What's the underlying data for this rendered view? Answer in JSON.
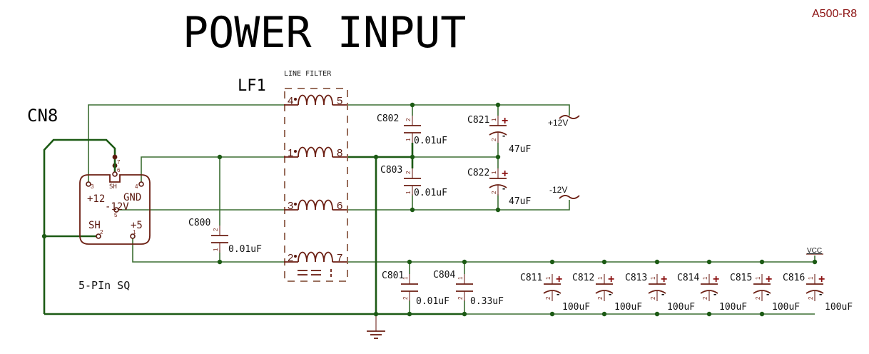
{
  "sheet": {
    "title": "POWER INPUT",
    "id": "A500-R8"
  },
  "connector": {
    "ref": "CN8",
    "package": "5-PIn SQ",
    "labels": {
      "p12": "+12",
      "gnd": "GND",
      "m12": "-12V",
      "sh": "SH",
      "p5": "+5",
      "sh_small": "SH"
    },
    "pins": [
      "1",
      "2",
      "3",
      "4",
      "5",
      "6",
      "7"
    ]
  },
  "line_filter": {
    "ref": "LF1",
    "name": "LINE FILTER",
    "windings": [
      {
        "in": "4",
        "out": "5"
      },
      {
        "in": "1",
        "out": "8"
      },
      {
        "in": "3",
        "out": "6"
      },
      {
        "in": "2",
        "out": "7"
      }
    ]
  },
  "capacitors": [
    {
      "ref": "C800",
      "value": "0.01uF",
      "polar": false
    },
    {
      "ref": "C801",
      "value": "0.01uF",
      "polar": false
    },
    {
      "ref": "C802",
      "value": "0.01uF",
      "polar": false
    },
    {
      "ref": "C803",
      "value": "0.01uF",
      "polar": false
    },
    {
      "ref": "C804",
      "value": "0.33uF",
      "polar": false
    },
    {
      "ref": "C821",
      "value": "47uF",
      "polar": true
    },
    {
      "ref": "C822",
      "value": "47uF",
      "polar": true
    },
    {
      "ref": "C811",
      "value": "100uF",
      "polar": true
    },
    {
      "ref": "C812",
      "value": "100uF",
      "polar": true
    },
    {
      "ref": "C813",
      "value": "100uF",
      "polar": true
    },
    {
      "ref": "C814",
      "value": "100uF",
      "polar": true
    },
    {
      "ref": "C815",
      "value": "100uF",
      "polar": true
    },
    {
      "ref": "C816",
      "value": "100uF",
      "polar": true
    }
  ],
  "nets": {
    "p12v": "+12V",
    "m12v": "-12V",
    "vcc": "VCC"
  },
  "polarity": {
    "plus": "+",
    "minus": "-"
  },
  "cap_pin": {
    "one": "1",
    "two": "2"
  }
}
